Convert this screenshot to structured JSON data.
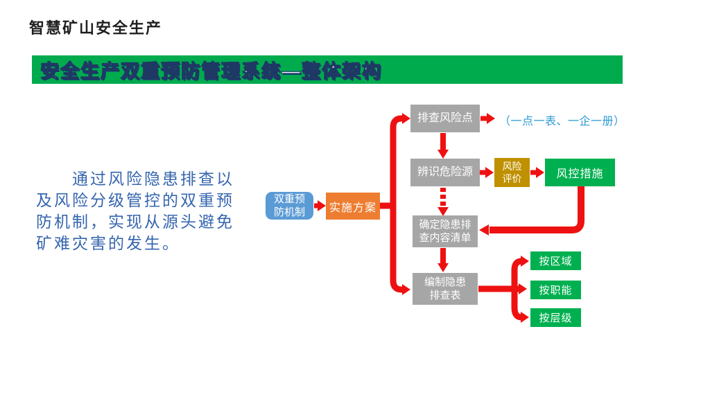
{
  "slide": {
    "title": "智慧矿山安全生产",
    "banner_title": "安全生产双重预防管理系统—整体架构",
    "intro_paragraph": "　　通过风险隐患排查以\n及风险分级管控的双重预\n防机制，实现从源头避免\n矿难灾害的发生。"
  },
  "flowchart": {
    "nodes": {
      "dual_mechanism": "双重预\n防机制",
      "implementation_plan": "实施方案",
      "inspect_risk_points": "排查风险点",
      "identify_hazards": "辨识危险源",
      "risk_evaluation": "风险\n评价",
      "risk_control_measures": "风控措施",
      "define_hazard_checklist": "确定隐患排\n查内容清单",
      "compile_hazard_table": "编制隐患\n排查表",
      "by_region": "按区域",
      "by_function": "按职能",
      "by_level": "按层级"
    },
    "caption": "（一点一表、一企一册）"
  },
  "colors": {
    "banner_green": "#00AB4E",
    "node_gray": "#A6A6A6",
    "node_blue": "#5B9BD5",
    "node_orange": "#ED7D31",
    "node_gold": "#BF9000",
    "node_green": "#00B050",
    "arrow_red": "#EE1111",
    "caption_blue": "#2E9BD5",
    "paragraph_blue": "#3565AE",
    "title_dark": "#1F1F1F"
  }
}
